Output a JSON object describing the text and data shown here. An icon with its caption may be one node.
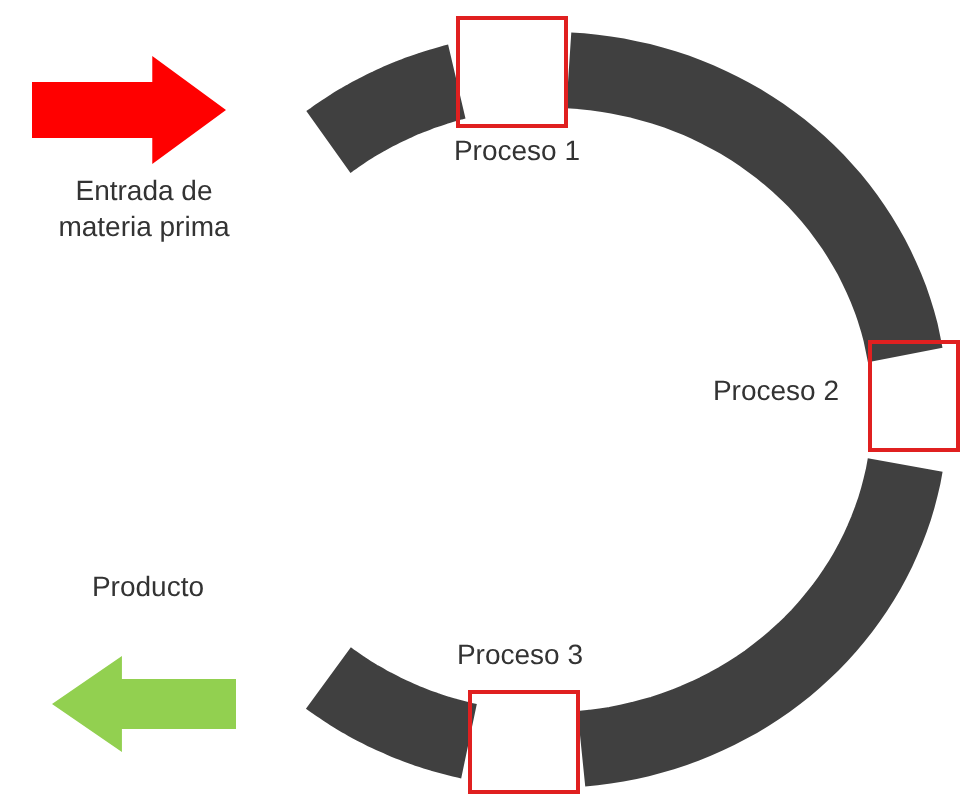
{
  "diagram": {
    "nodes": [
      {
        "text": [],
        "shape": "arrow",
        "beside": [
          "Entrada de materia prima"
        ]
      },
      {
        "text": [],
        "shape": "box",
        "beside": [
          "Proceso 1"
        ]
      },
      {
        "text": [],
        "shape": "box",
        "beside": [
          "Proceso 2"
        ]
      },
      {
        "text": [],
        "shape": "box",
        "beside": [
          "Proceso 3"
        ]
      },
      {
        "text": [],
        "shape": "arrow",
        "beside": [
          "Producto"
        ]
      }
    ],
    "edges": [
      {
        "from": 0,
        "to": 1,
        "arrow": "none"
      },
      {
        "from": 1,
        "to": 2,
        "arrow": "none"
      },
      {
        "from": 2,
        "to": 3,
        "arrow": "none"
      },
      {
        "from": 3,
        "to": 4,
        "arrow": "none"
      }
    ]
  }
}
